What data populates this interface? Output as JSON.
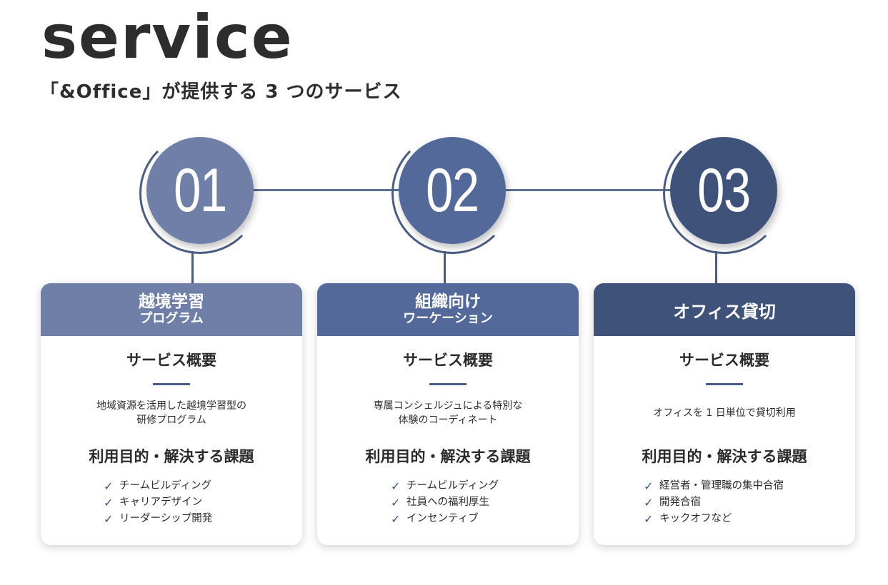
{
  "header": {
    "title": "service",
    "subtitle": "「&Office」が提供する 3 つのサービス"
  },
  "colors": {
    "step1": "#6f7fa8",
    "step2": "#52699a",
    "step3": "#3f527a",
    "accent": "#4a5d84"
  },
  "services": [
    {
      "number": "01",
      "title_line1": "越境学習",
      "title_line2": "プログラム",
      "overview_heading": "サービス概要",
      "summary_line1": "地域資源を活用した越境学習型の",
      "summary_line2": "研修プログラム",
      "purpose_heading": "利用目的・解決する課題",
      "items": [
        "チームビルディング",
        "キャリアデザイン",
        "リーダーシップ開発"
      ]
    },
    {
      "number": "02",
      "title_line1": "組織向け",
      "title_line2": "ワーケーション",
      "overview_heading": "サービス概要",
      "summary_line1": "専属コンシェルジュによる特別な",
      "summary_line2": "体験のコーディネート",
      "purpose_heading": "利用目的・解決する課題",
      "items": [
        "チームビルディング",
        "社員への福利厚生",
        "インセンティブ"
      ]
    },
    {
      "number": "03",
      "title_line1": "オフィス貸切",
      "title_line2": "",
      "overview_heading": "サービス概要",
      "summary_line1": "オフィスを 1 日単位で貸切利用",
      "summary_line2": "",
      "purpose_heading": "利用目的・解決する課題",
      "items": [
        "経営者・管理職の集中合宿",
        "開発合宿",
        "キックオフなど"
      ]
    }
  ]
}
